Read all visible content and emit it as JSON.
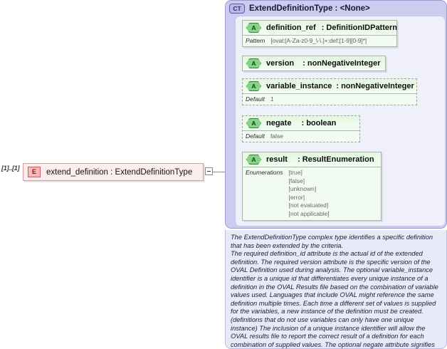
{
  "element": {
    "multiplicity": "[1]..[1]",
    "icon": "element-icon",
    "icon_label": "E",
    "name": "extend_definition",
    "separator": " : ",
    "type": "ExtendDefinitionType",
    "full_label": "extend_definition : ExtendDefinitionType",
    "expander": "collapse-toggle"
  },
  "complex_type": {
    "icon_label": "CT",
    "title": "ExtendDefinitionType : <None>",
    "name": "ExtendDefinitionType",
    "base": "<None>"
  },
  "attributes": [
    {
      "icon_label": "A",
      "name": "definition_ref",
      "type": "DefinitionIDPattern",
      "use": "required",
      "facet_key": "Pattern",
      "facet_value": "[oval:[A-Za-z0-9_\\-\\.]+:def:[1-9][0-9]*]"
    },
    {
      "icon_label": "A",
      "name": "version",
      "type": "nonNegativeInteger",
      "use": "required",
      "facet_key": "",
      "facet_value": ""
    },
    {
      "icon_label": "A",
      "name": "variable_instance",
      "type": "nonNegativeInteger",
      "use": "optional",
      "facet_key": "Default",
      "facet_value": "1"
    },
    {
      "icon_label": "A",
      "name": "negate",
      "type": "boolean",
      "use": "optional",
      "facet_key": "Default",
      "facet_value": "false"
    },
    {
      "icon_label": "A",
      "name": "result",
      "type": "ResultEnumeration",
      "use": "required",
      "facet_key": "Enumerations",
      "facet_value": "",
      "enumerations": [
        "[true]",
        "[false]",
        "[unknown]",
        "[error]",
        "[not evaluated]",
        "[not applicable]"
      ]
    }
  ],
  "description": {
    "paragraphs": [
      "The ExtendDefinitionType complex type identifies a specific definition that has been extended by the criteria.",
      "The required definition_id attribute is the actual id of the extended definition. The required version attribute is the specific version of the OVAL Definition used during analysis. The optional variable_instance identifier is a unique id that differentiates every unique instance of a definition in the OVAL Results file based on the combination of variable values used. Languages that include OVAL might reference the same definition multiple times. Each time a different set of values is supplied for the variables, a new instance of the definition must be created. (definitions that do not use variables can only have one unique instance) The inclusion of a unique instance identifier will allow the OVAL results file to report the correct result of a definition for each combination of supplied values. The optional negate attribute signifies that the result of an extended definition should be negated during analysis. For example, cons"
    ]
  },
  "colors": {
    "element_fill": "#fdeeee",
    "element_border": "#d89e9e",
    "element_icon_fill": "#f4b9b9",
    "ct_panel_fill": "#ccccf0",
    "ct_inner_fill": "#eff0fa",
    "attribute_fill": "#edfbec",
    "attribute_icon_fill": "#86d486",
    "description_fill": "#e9eaf7",
    "connector": "#8f8f8f"
  }
}
